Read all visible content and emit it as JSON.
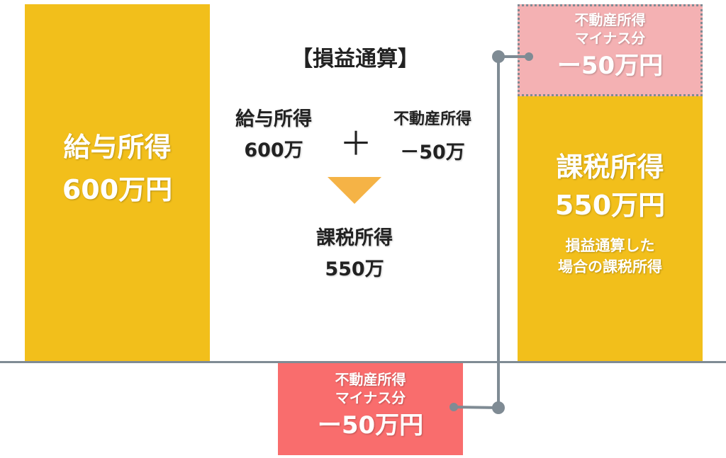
{
  "diagram": {
    "title": "【損益通算】",
    "left_bar": {
      "label": "給与所得",
      "value": "600万円"
    },
    "right_bar": {
      "label": "課税所得",
      "value": "550万円",
      "note_line1": "損益通算した",
      "note_line2": "場合の課税所得"
    },
    "ghost_box": {
      "line1": "不動産所得",
      "line2": "マイナス分",
      "value": "ー50万円"
    },
    "negative_box": {
      "line1": "不動産所得",
      "line2": "マイナス分",
      "value": "ー50万円"
    },
    "equation": {
      "left_label": "給与所得",
      "left_value": "600万",
      "operator": "＋",
      "right_label": "不動産所得",
      "right_value": "－50万",
      "result_label": "課税所得",
      "result_value": "550万"
    },
    "colors": {
      "bar": "#f2bf1b",
      "ghost": "#f4b1b3",
      "negative": "#f96d6d",
      "connector": "#7f8b94",
      "arrow": "#f5b346"
    }
  }
}
